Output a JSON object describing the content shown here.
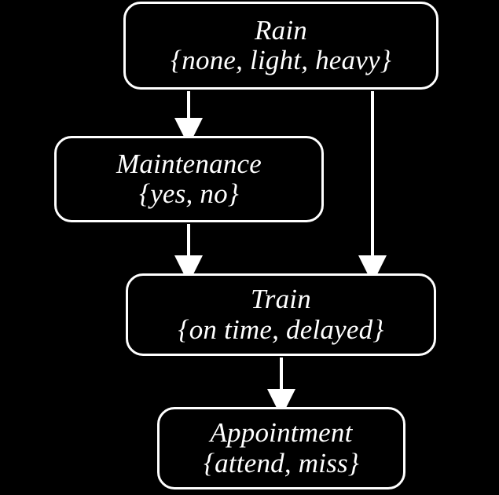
{
  "diagram": {
    "kind": "bayesian-network",
    "background_color": "#000000",
    "stroke_color": "#ffffff",
    "text_color": "#ffffff",
    "nodes": [
      {
        "id": "rain",
        "name": "Rain",
        "states_label": "{none, light, heavy}",
        "states": [
          "none",
          "light",
          "heavy"
        ]
      },
      {
        "id": "maintenance",
        "name": "Maintenance",
        "states_label": "{yes, no}",
        "states": [
          "yes",
          "no"
        ]
      },
      {
        "id": "train",
        "name": "Train",
        "states_label": "{on time, delayed}",
        "states": [
          "on time",
          "delayed"
        ]
      },
      {
        "id": "appointment",
        "name": "Appointment",
        "states_label": "{attend, miss}",
        "states": [
          "attend",
          "miss"
        ]
      }
    ],
    "edges": [
      {
        "id": "rain-to-maintenance",
        "from": "rain",
        "to": "maintenance"
      },
      {
        "id": "rain-to-train",
        "from": "rain",
        "to": "train"
      },
      {
        "id": "maintenance-to-train",
        "from": "maintenance",
        "to": "train"
      },
      {
        "id": "train-to-appointment",
        "from": "train",
        "to": "appointment"
      }
    ]
  }
}
